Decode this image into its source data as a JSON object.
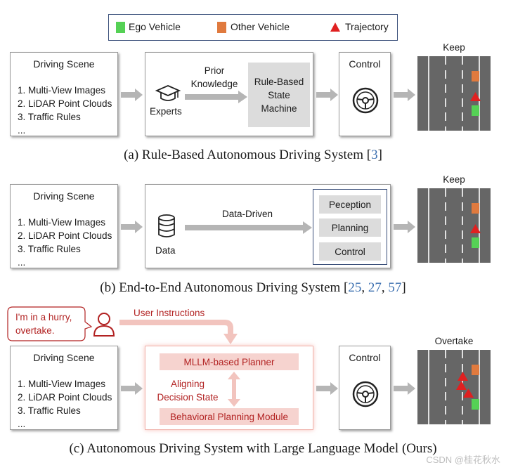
{
  "legend": {
    "items": [
      {
        "label": "Ego Vehicle",
        "color": "#55d155",
        "shape": "square"
      },
      {
        "label": "Other Vehicle",
        "color": "#e07a3e",
        "shape": "square"
      },
      {
        "label": "Trajectory",
        "color": "#e02020",
        "shape": "triangle"
      }
    ]
  },
  "scene": {
    "title": "Driving Scene",
    "items": [
      "1. Multi-View Images",
      "2. LiDAR Point Clouds",
      "3. Traffic Rules",
      "..."
    ]
  },
  "panel_a": {
    "experts_label": "Experts",
    "prior_knowledge": "Prior\nKnowledge",
    "state_machine": "Rule-Based\nState\nMachine",
    "control_label": "Control",
    "result_label": "Keep",
    "caption_text": "(a) Rule-Based Autonomous Driving System [",
    "caption_ref": "3",
    "caption_end": "]"
  },
  "panel_b": {
    "data_label": "Data",
    "data_driven": "Data-Driven",
    "modules": [
      "Peception",
      "Planning",
      "Control"
    ],
    "result_label": "Keep",
    "caption_text": "(b) End-to-End Autonomous Driving System [",
    "caption_refs": [
      "25",
      "27",
      "57"
    ],
    "caption_end": "]"
  },
  "panel_c": {
    "speech": "I'm in a hurry,\novertake.",
    "user_instructions": "User Instructions",
    "planner": "MLLM-based Planner",
    "aligning": "Aligning\nDecision State",
    "behavioral": "Behavioral Planning Module",
    "control_label": "Control",
    "result_label": "Overtake",
    "caption_text": "(c) Autonomous Driving System with Large Language Model (Ours)"
  },
  "colors": {
    "accent_red": "#b22222",
    "pink_fill": "#f6d3cf",
    "ego": "#55d155",
    "other": "#e07a3e",
    "trajectory": "#e02020",
    "road": "#666666",
    "ref_blue": "#3b6fb0"
  },
  "watermark": "CSDN @桂花秋水"
}
